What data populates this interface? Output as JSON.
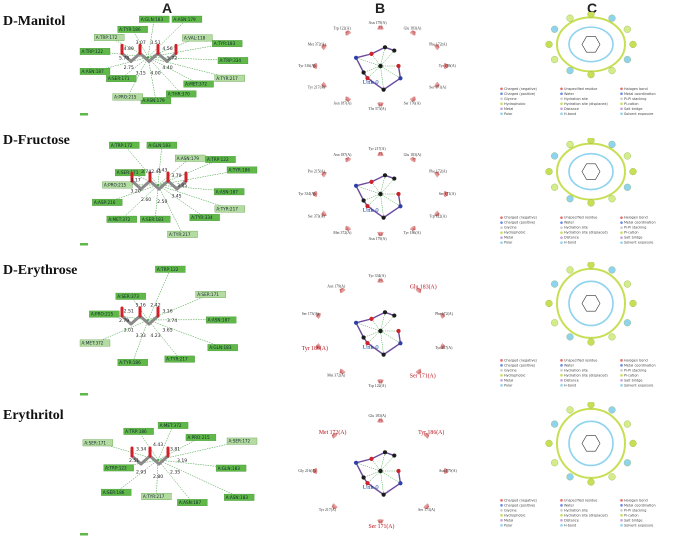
{
  "columns": [
    "A",
    "B",
    "C"
  ],
  "rows": [
    {
      "name": "D-Manitol",
      "residues_a": [
        "A:TRP:334",
        "A:TYR:217",
        "A:MET:372",
        "A:THR:370",
        "A:ASN:179",
        "A:PRO:215",
        "A:SER:171",
        "A:ASN:187",
        "A:TRP:122",
        "A:TRP:172",
        "A:TYR:186",
        "A:GLN:183",
        "A:ASN:179",
        "A:VAL:118",
        "A:TYR:183"
      ],
      "distances_a": [
        "5.72",
        "4.40",
        "4.00",
        "3.15",
        "2.75",
        "5.78",
        "4.89",
        "3.07",
        "3.51",
        "4.56"
      ],
      "residues_b": [
        "Asn 179(A)",
        "Glu 183(A)",
        "Phe 172(A)",
        "Tyr 186(A)",
        "Ser 171(A)",
        "Ser 176(A)",
        "Thr 373(A)",
        "Asn 187(A)",
        "Tyr 217(A)",
        "Tyr 316(A)",
        "Met 372(A)",
        "Trp 122(A)"
      ],
      "ligand_b": "Unk 0"
    },
    {
      "name": "D-Fructose",
      "residues_a": [
        "A:TYR:334",
        "A:TYR:217",
        "A:SER:183",
        "A:MET:372",
        "A:ASP:216",
        "A:PRO:215",
        "A:SER:171",
        "A:TRP:172",
        "A:GLN:183",
        "A:ASN:179",
        "A:TRP:122",
        "A:TYR:186",
        "A:ASN:187",
        "A:TYR:217"
      ],
      "distances_a": [
        "3.85",
        "3.45",
        "2.50",
        "2.60",
        "3.20",
        "3.17",
        "3.742.41",
        "3.43",
        "3.79"
      ],
      "residues_b": [
        "Tyr 217(A)",
        "Glu 183(A)",
        "Phe 172(A)",
        "Ser 171(A)",
        "Trp 122(A)",
        "Tyr 186(A)",
        "Asn 179(A)",
        "Met 372(A)",
        "Ser 373(A)",
        "Tyr 334(A)",
        "Pro 215(A)",
        "Asn 187(A)"
      ],
      "ligand_b": "Unk 0"
    },
    {
      "name": "D-Erythrose",
      "residues_a": [
        "A:TYR:186",
        "A:MET:372",
        "A:PRO:215",
        "A:SER:373",
        "A:TRP:122",
        "A:SER:171",
        "A:ASN:187",
        "A:GLN:183",
        "A:TYR:217"
      ],
      "distances_a": [
        "3.74",
        "3.65",
        "4.23",
        "3.33",
        "3.01",
        "2.79",
        "2.51",
        "5.16",
        "2.42",
        "3.16"
      ],
      "residues_b": [
        "Tyr 334(A)",
        "Glu 183(A)",
        "Phe 172(A)",
        "Tyr 217(A)",
        "Ser 171(A)",
        "Trp 122(A)",
        "Met 372(A)",
        "Tyr 186(A)",
        "Ser 173(A)",
        "Asn 179(A)"
      ],
      "ligand_b": "Unk 0"
    },
    {
      "name": "Erythritol",
      "residues_a": [
        "A:TRP:122",
        "A:SER:171",
        "A:TRP:186",
        "A:MET:372",
        "A:PRO:215",
        "A:SER:172",
        "A:GLN:183",
        "A:ASN:183",
        "A:ASN:187",
        "A:TYR:217",
        "A:SER:186"
      ],
      "distances_a": [
        "3.19",
        "2.35",
        "2.80",
        "2.93",
        "2.51",
        "3.34",
        "4.43",
        "3.81"
      ],
      "residues_b": [
        "Glu 183(A)",
        "Tyr 186(A)",
        "Asn 179(A)",
        "Ser 173(A)",
        "Ser 171(A)",
        "Tyr 217(A)",
        "Gly 216(A)",
        "Met 172(A)"
      ],
      "ligand_b": "Unk 0"
    }
  ],
  "legend_c": [
    "Charged (negative)",
    "Charged (positive)",
    "Glycine",
    "Hydrophobic",
    "Metal",
    "Polar",
    "Unspecified residue",
    "Water",
    "Hydration site",
    "Hydration site (displaced)",
    "Distance",
    "H-bond",
    "Halogen bond",
    "Metal coordination",
    "Pi-Pi stacking",
    "Pi-cation",
    "Salt bridge",
    "Solvent exposure"
  ],
  "colors": {
    "residue_green": "#5fb848",
    "residue_light": "#b5dca0",
    "carbon_grey": "#8a8a8a",
    "oxygen_red": "#d0202a",
    "nitrogen_blue": "#2f3fa8",
    "hbond_green": "#2e9a2e",
    "pocket_cyan": "#8fd3ee",
    "pocket_yellow": "#c7df55"
  }
}
